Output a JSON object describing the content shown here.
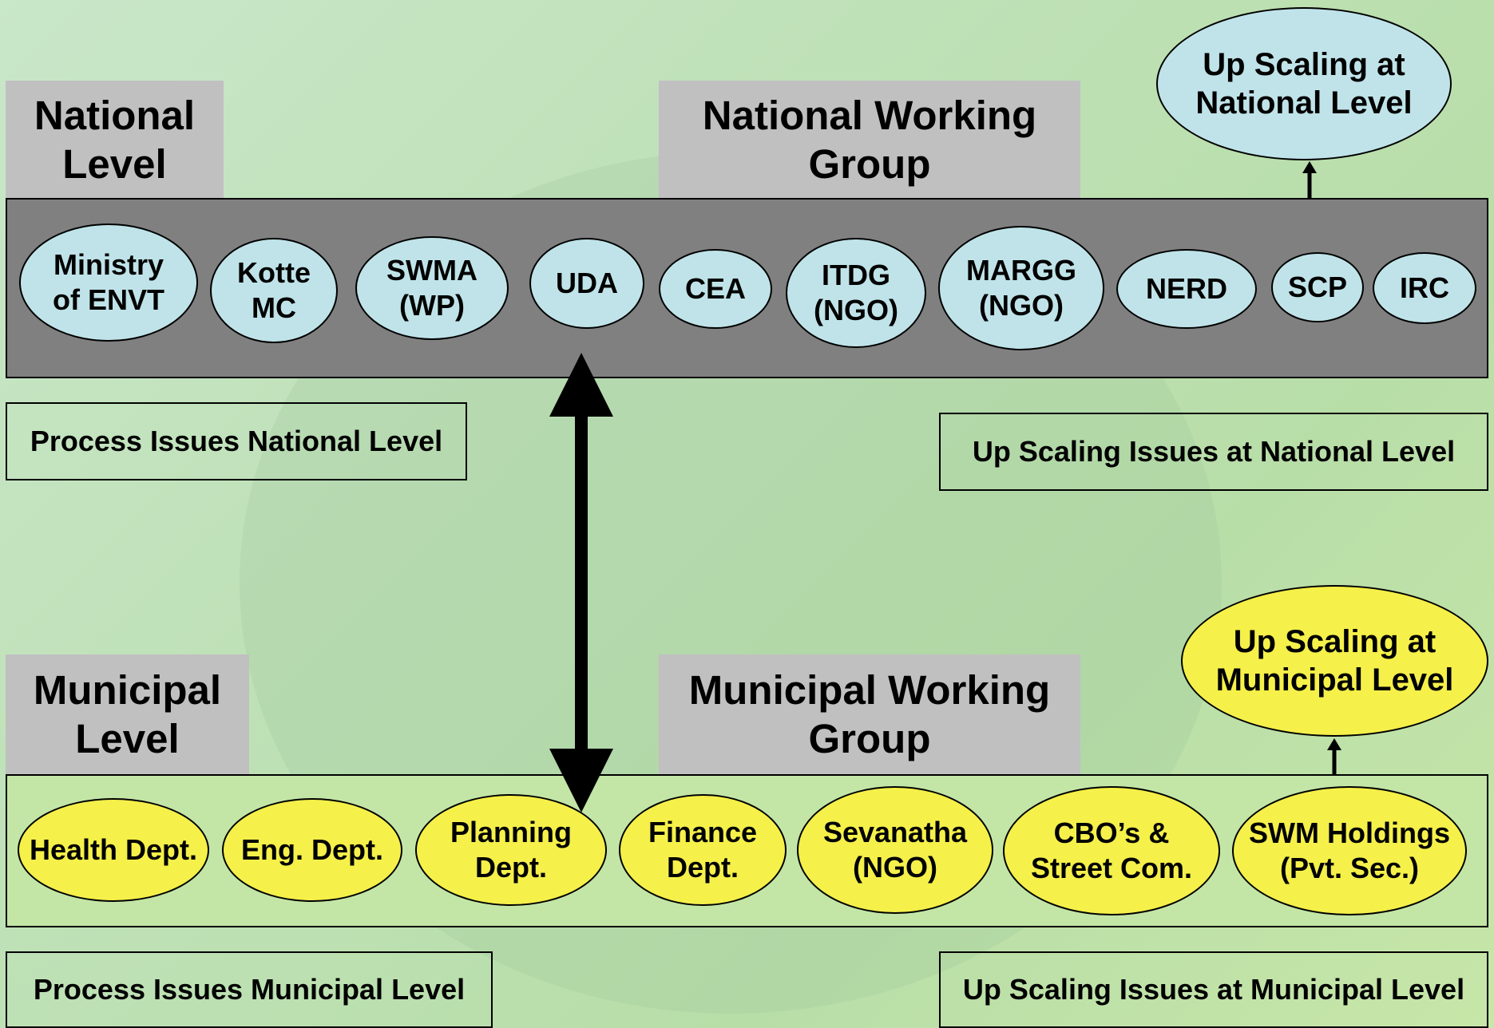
{
  "national": {
    "level_label": "National\nLevel",
    "working_group_label": "National Working\nGroup",
    "upscaling_label": "Up Scaling at\nNational Level",
    "members": [
      "Ministry\nof ENVT",
      "Kotte\nMC",
      "SWMA\n(WP)",
      "UDA",
      "CEA",
      "ITDG\n(NGO)",
      "MARGG\n(NGO)",
      "NERD",
      "SCP",
      "IRC"
    ],
    "process_issues": "Process Issues National Level",
    "upscaling_issues": "Up Scaling Issues at National Level"
  },
  "municipal": {
    "level_label": "Municipal\nLevel",
    "working_group_label": "Municipal Working\nGroup",
    "upscaling_label": "Up Scaling at\nMunicipal Level",
    "members": [
      "Health Dept.",
      "Eng. Dept.",
      "Planning\nDept.",
      "Finance\nDept.",
      "Sevanatha\n(NGO)",
      "CBO’s &\nStreet Com.",
      "SWM Holdings\n(Pvt. Sec.)"
    ],
    "process_issues": "Process Issues Municipal Level",
    "upscaling_issues": "Up Scaling Issues at Municipal Level"
  },
  "colors": {
    "national_oval": "#bfe3e8",
    "municipal_oval": "#f5f04a",
    "national_band": "#808080",
    "label_box": "#c0c0c0"
  }
}
